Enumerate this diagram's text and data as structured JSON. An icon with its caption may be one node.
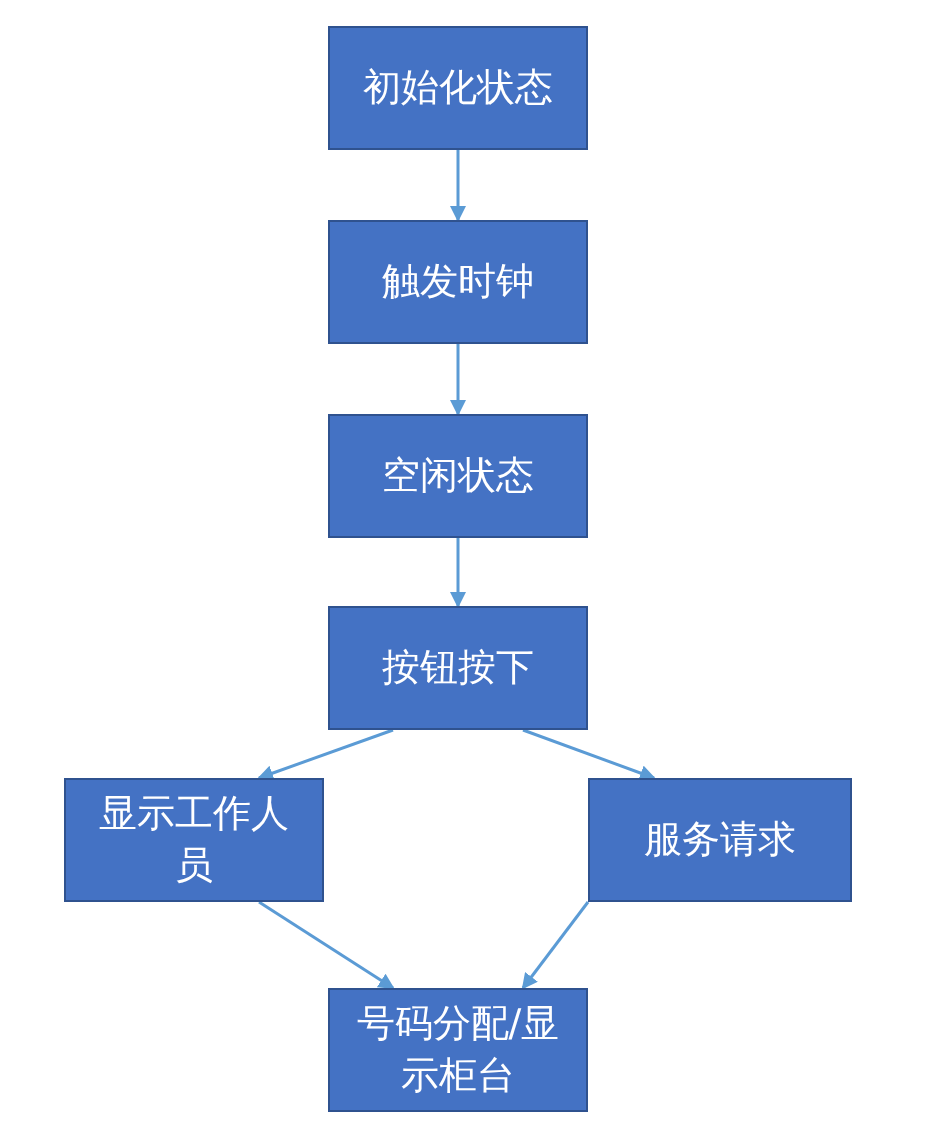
{
  "diagram": {
    "nodes": [
      {
        "text": [
          "初始化状态"
        ]
      },
      {
        "text": [
          "触发时钟"
        ]
      },
      {
        "text": [
          "空闲状态"
        ]
      },
      {
        "text": [
          "按钮按下"
        ]
      },
      {
        "text": [
          "显示工作人员"
        ]
      },
      {
        "text": [
          "服务请求"
        ]
      },
      {
        "text": [
          "号码分配/显示柜台"
        ]
      }
    ],
    "edges": [
      {
        "from": 0,
        "to": 1,
        "arrow": "to"
      },
      {
        "from": 1,
        "to": 2,
        "arrow": "to"
      },
      {
        "from": 2,
        "to": 3,
        "arrow": "to"
      },
      {
        "from": 3,
        "to": 4,
        "arrow": "to"
      },
      {
        "from": 3,
        "to": 5,
        "arrow": "to"
      },
      {
        "from": 4,
        "to": 6,
        "arrow": "to"
      },
      {
        "from": 5,
        "to": 6,
        "arrow": "to"
      }
    ]
  }
}
